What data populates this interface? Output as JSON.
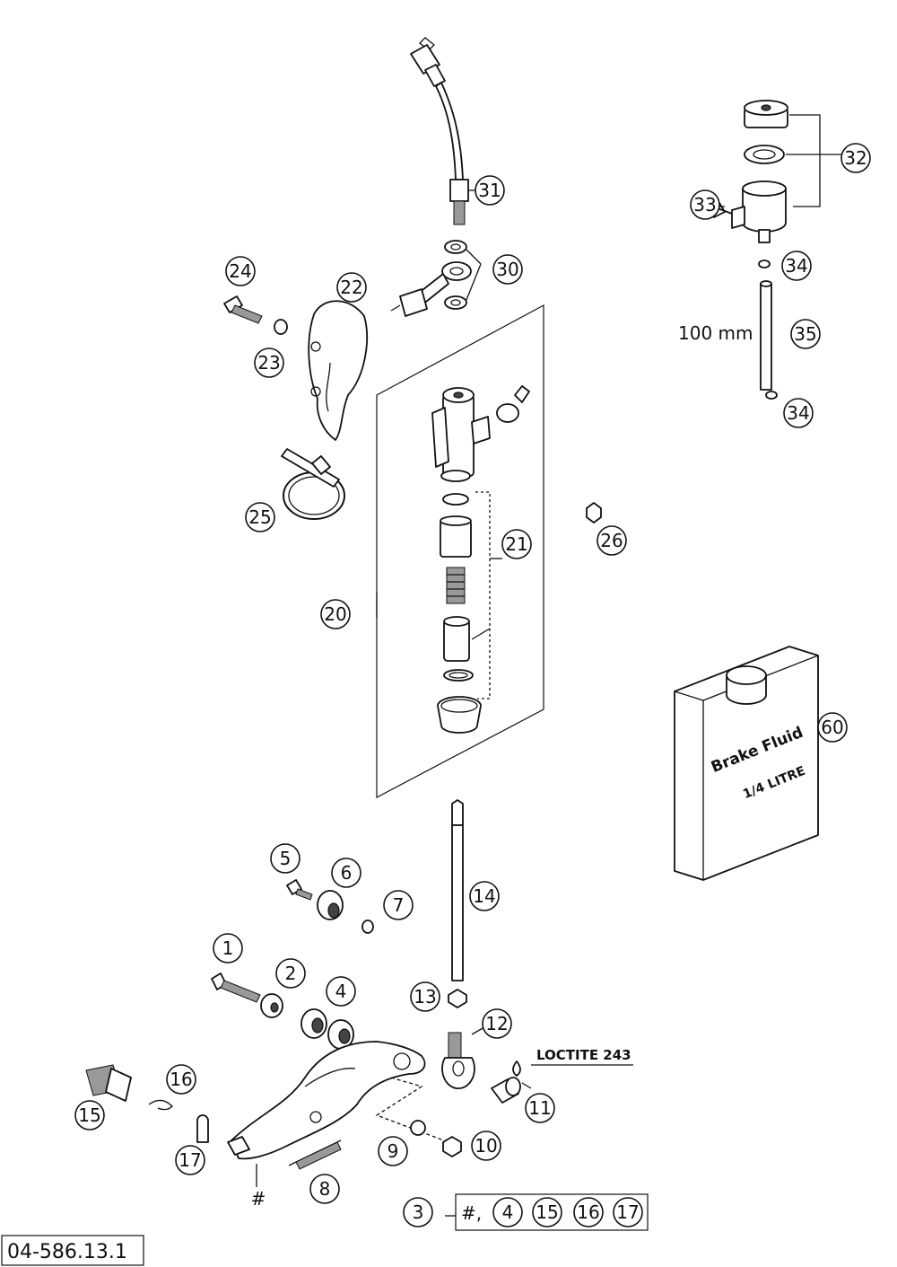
{
  "diagram": {
    "drawing_code": "04-586.13.1",
    "length_note": "100 mm",
    "loctite_note": "LOCTITE 243",
    "bottle": {
      "line1": "Brake Fluid",
      "line2": "1/4 LITRE"
    },
    "kit_note": {
      "hash": "#,",
      "kit_number": "3",
      "contents": [
        "4",
        "15",
        "16",
        "17"
      ]
    },
    "hash_mark": "#",
    "callouts": [
      "1",
      "2",
      "4",
      "5",
      "6",
      "7",
      "8",
      "9",
      "10",
      "11",
      "12",
      "13",
      "14",
      "15",
      "16",
      "17",
      "20",
      "21",
      "22",
      "23",
      "24",
      "25",
      "26",
      "30",
      "31",
      "32",
      "33",
      "34",
      "34",
      "35",
      "60"
    ]
  }
}
